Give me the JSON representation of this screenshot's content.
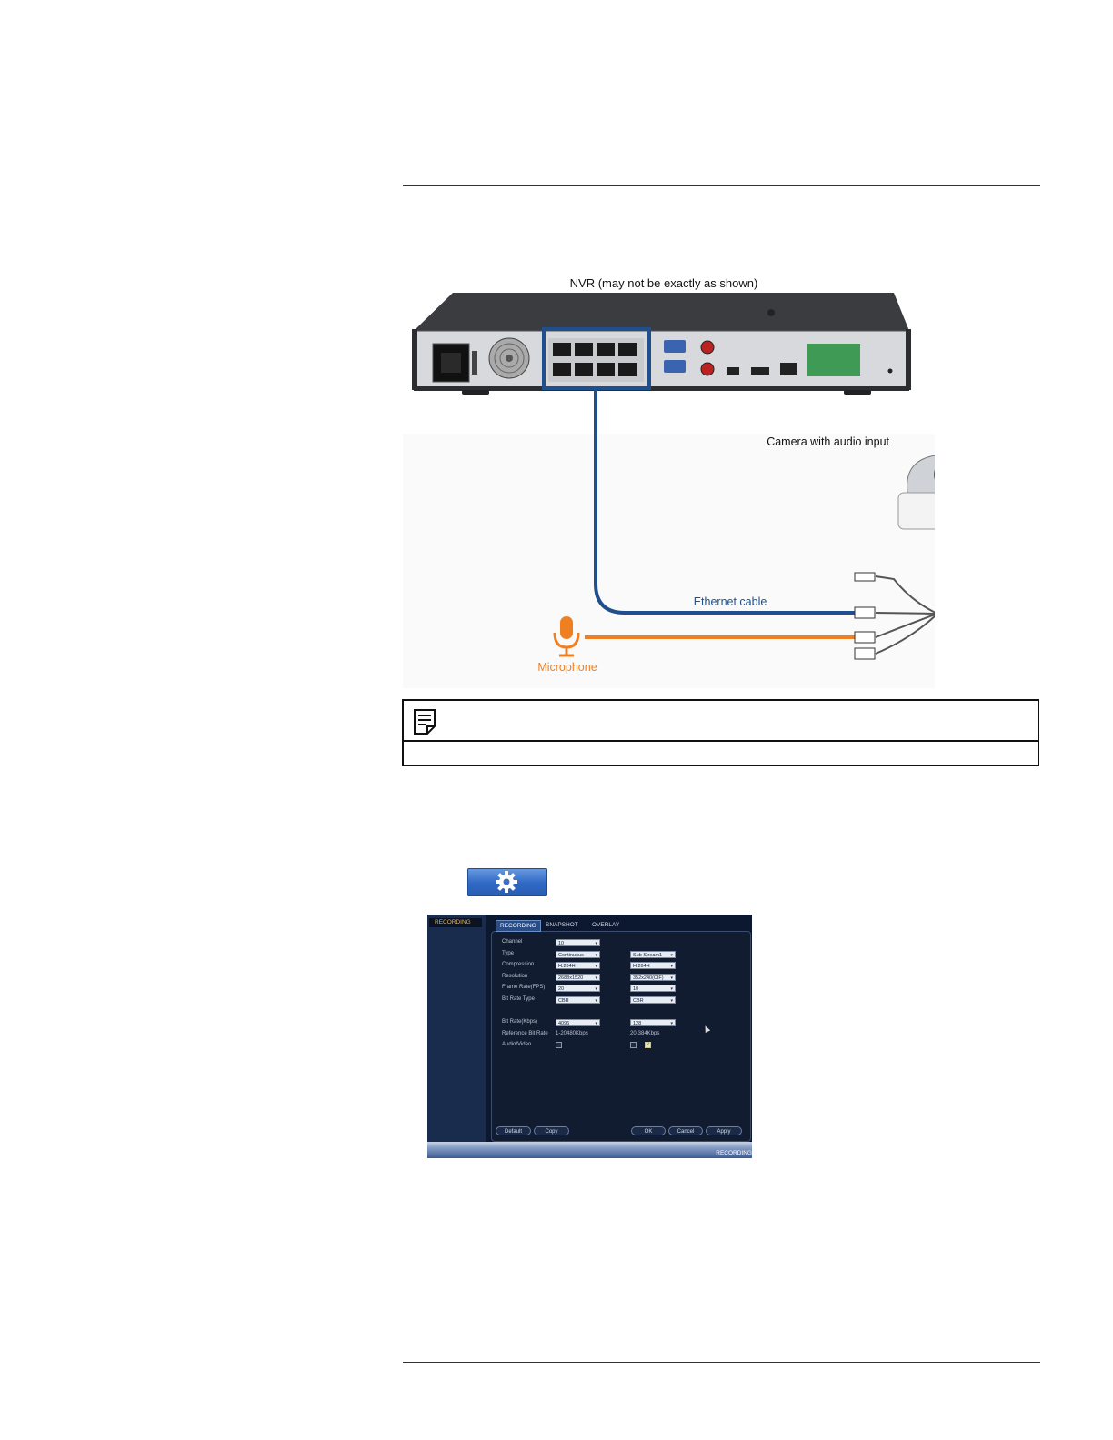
{
  "diagram": {
    "nvr_label": "NVR (may not be exactly as shown)",
    "camera_label": "Camera with audio input",
    "ethernet_label": "Ethernet cable",
    "microphone_label": "Microphone",
    "colors": {
      "ethernet": "#1f4f8c",
      "microphone": "#f07f22",
      "nvr_body": "#2b2d31"
    }
  },
  "note": {
    "icon": "note-icon"
  },
  "gear_button": {
    "icon": "gear-icon"
  },
  "recording": {
    "sidebar_title": "RECORDING",
    "tabs": [
      "RECORDING",
      "SNAPSHOT",
      "OVERLAY"
    ],
    "labels": {
      "channel": "Channel",
      "type": "Type",
      "compression": "Compression",
      "resolution": "Resolution",
      "frame_rate": "Frame Rate(FPS)",
      "bit_rate_type": "Bit Rate Type",
      "bit_rate": "Bit Rate(Kbps)",
      "reference_bit_rate": "Reference Bit Rate",
      "audio_video": "Audio/Video"
    },
    "main": {
      "channel": "10",
      "type": "Continuous",
      "compression": "H.264H",
      "resolution": "2688x1520",
      "frame_rate": "20",
      "bit_rate_type": "CBR",
      "bit_rate": "4096",
      "reference_bit_rate": "1-20480Kbps"
    },
    "sub": {
      "type": "Sub Stream1",
      "compression": "H.264H",
      "resolution": "352x240(CIF)",
      "frame_rate": "10",
      "bit_rate_type": "CBR",
      "bit_rate": "128",
      "reference_bit_rate": "20-384Kbps"
    },
    "buttons": {
      "default": "Default",
      "copy": "Copy",
      "ok": "OK",
      "cancel": "Cancel",
      "apply": "Apply"
    },
    "status_text": "RECORDING"
  }
}
